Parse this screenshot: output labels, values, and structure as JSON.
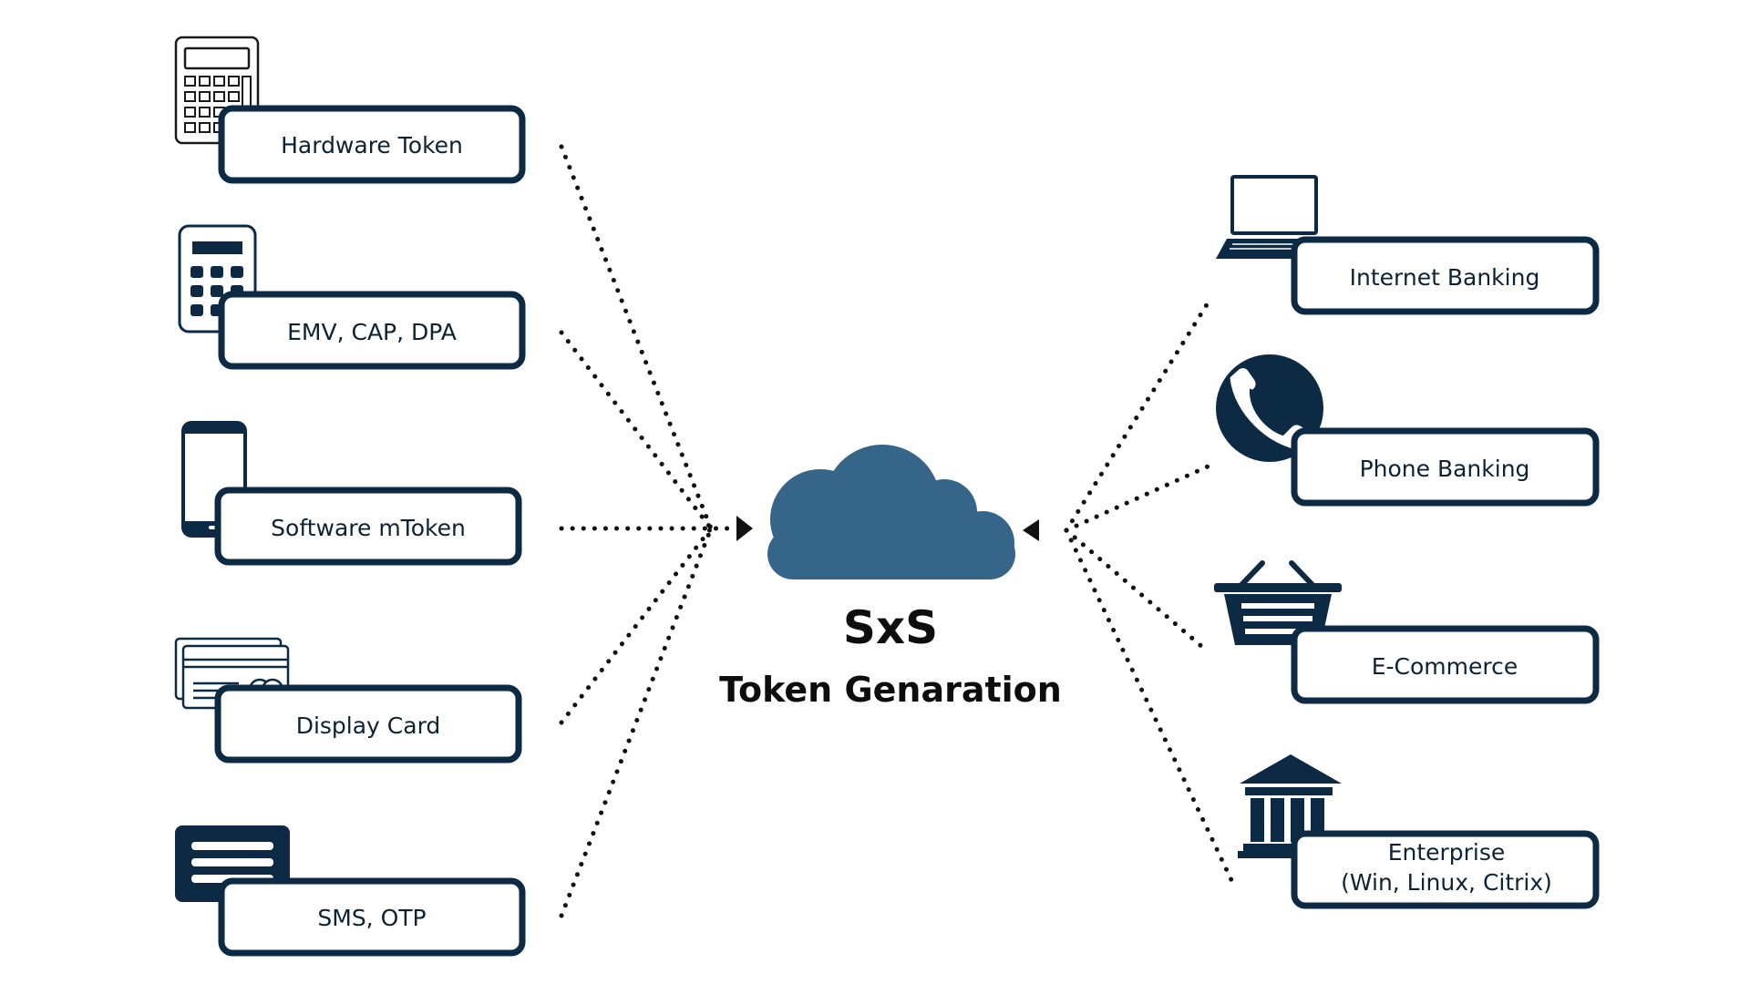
{
  "diagram": {
    "center": {
      "title": "SxS",
      "subtitle": "Token Genaration"
    },
    "sources": [
      {
        "label": "Hardware Token",
        "icon": "calculator-token-icon"
      },
      {
        "label": "EMV, CAP, DPA",
        "icon": "emv-reader-icon"
      },
      {
        "label": "Software mToken",
        "icon": "smartphone-icon"
      },
      {
        "label": "Display Card",
        "icon": "display-card-icon"
      },
      {
        "label": "SMS, OTP",
        "icon": "message-icon"
      }
    ],
    "targets": [
      {
        "label": "Internet Banking",
        "icon": "laptop-icon"
      },
      {
        "label": "Phone  Banking",
        "icon": "phone-icon"
      },
      {
        "label": "E-Commerce",
        "icon": "shopping-basket-icon"
      },
      {
        "label_lines": [
          "Enterprise",
          "(Win, Linux, Citrix)"
        ],
        "icon": "bank-building-icon"
      }
    ]
  },
  "colors": {
    "navy": "#0d2a45",
    "cloud": "#356588",
    "connector": "#111111"
  }
}
